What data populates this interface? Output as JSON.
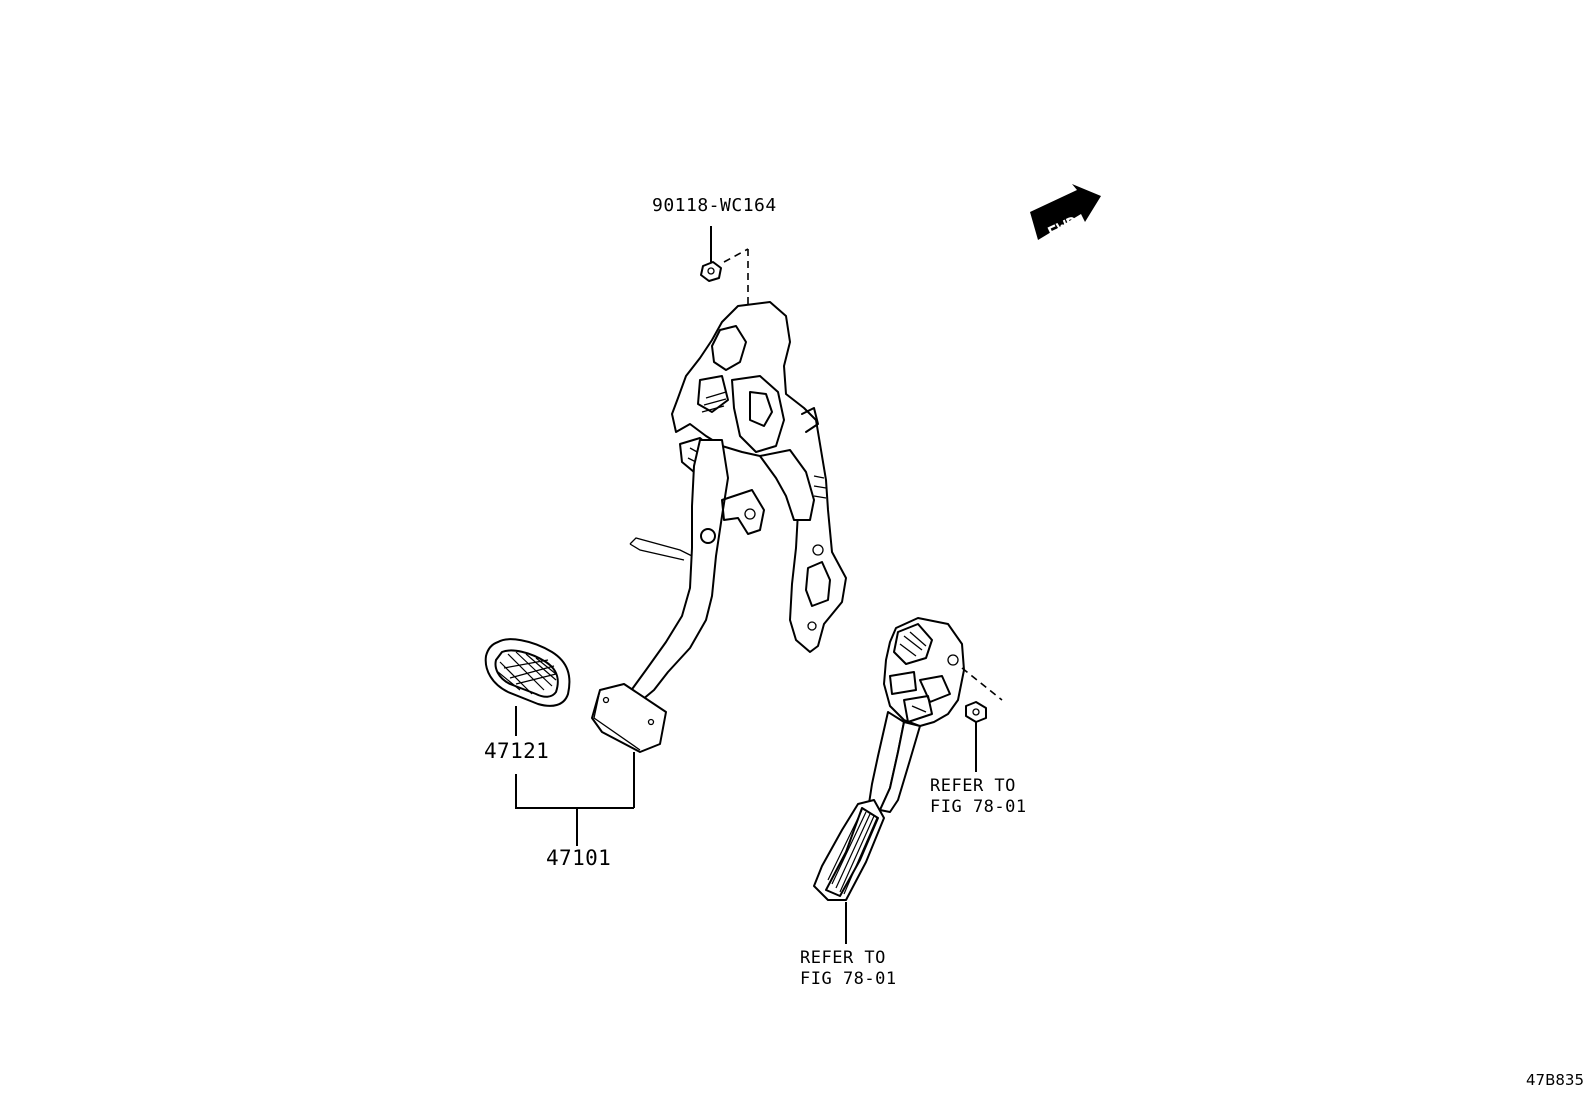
{
  "labels": {
    "nut_part": "90118-WC164",
    "pad_part": "47121",
    "brake_pedal_assy": "47101",
    "refer_upper": "REFER TO\nFIG 78-01",
    "refer_lower": "REFER TO\nFIG 78-01"
  },
  "fwd_arrow": {
    "text": "FWD"
  },
  "diagram_id": "47B835",
  "colors": {
    "line": "#000000",
    "background": "#ffffff"
  }
}
